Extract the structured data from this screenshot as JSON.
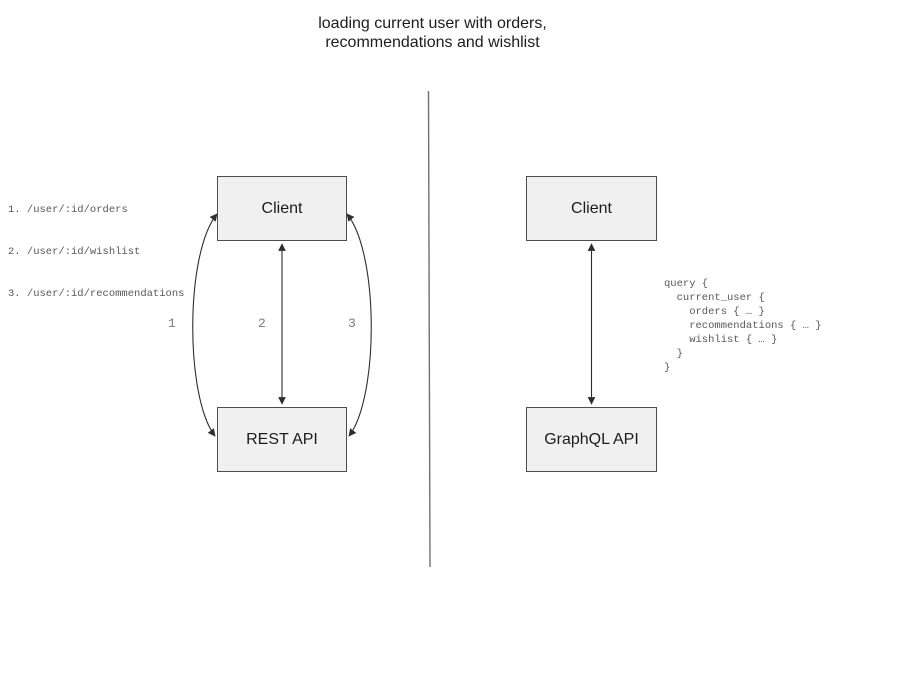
{
  "title": "loading current user with orders,\nrecommendations and wishlist",
  "colors": {
    "node_fill": "#f0f0f0",
    "node_border": "#4d4d4d",
    "arrow": "#2e2e2e",
    "divider": "#707070",
    "code_text": "#585858",
    "label_gray": "#7b7b7b"
  },
  "rest_side": {
    "endpoints": [
      "1. /user/:id/orders",
      "2. /user/:id/wishlist",
      "3. /user/:id/recommendations"
    ],
    "client_label": "Client",
    "api_label": "REST API",
    "arrow_labels": [
      "1",
      "2",
      "3"
    ]
  },
  "graphql_side": {
    "client_label": "Client",
    "api_label": "GraphQL API",
    "query": "query {\n  current_user {\n    orders { … }\n    recommendations { … }\n    wishlist { … }\n  }\n}"
  }
}
